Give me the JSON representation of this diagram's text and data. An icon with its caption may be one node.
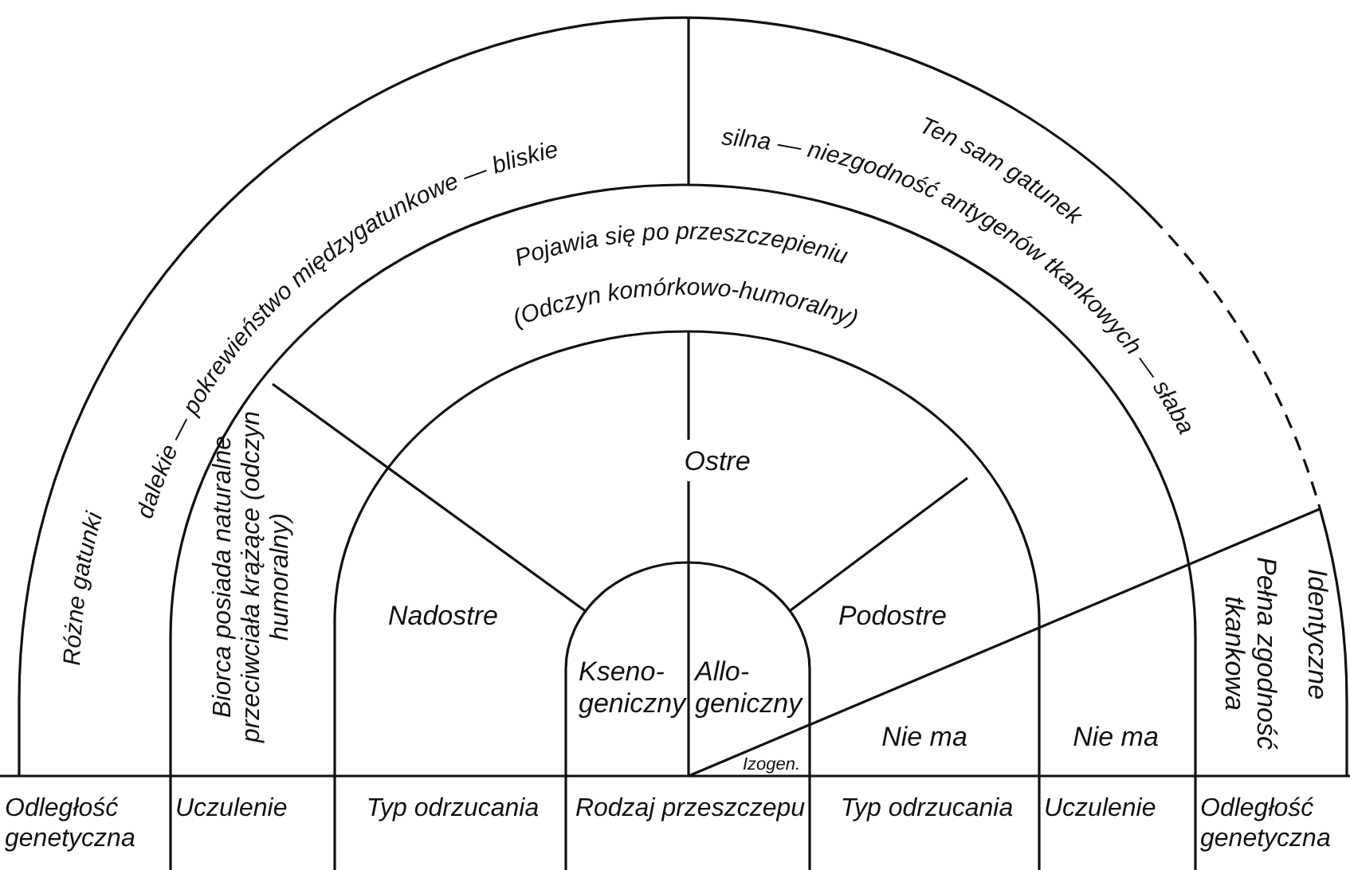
{
  "diagram": {
    "nodes": [
      {
        "text": [
          "Różne gatunki",
          "dalekie — pokrewieństwo międzygatunkowe — bliskie"
        ]
      },
      {
        "text": [
          "Ten sam gatunek",
          "silna — niezgodność antygenów tkankowych — słaba"
        ]
      },
      {
        "text": [
          "Pojawia się po przeszczepieniu (Odczyn komórkowo-humoralny)"
        ]
      },
      {
        "text": [
          "Biorca posiada naturalne przeciwciała krążące (odczyn humoralny)"
        ]
      },
      {
        "text": [
          "Ostre"
        ]
      },
      {
        "text": [
          "Nadostre"
        ]
      },
      {
        "text": [
          "Podostre"
        ]
      },
      {
        "text": [
          "Kseno- geniczny"
        ]
      },
      {
        "text": [
          "Allo- geniczny"
        ]
      },
      {
        "text": [
          "Izogen."
        ]
      },
      {
        "text": [
          "Nie ma"
        ]
      },
      {
        "text": [
          "Nie ma"
        ]
      },
      {
        "text": [
          "Pełna zgodność tkankowa"
        ]
      },
      {
        "text": [
          "Identyczne"
        ]
      }
    ],
    "labels": [
      "Odległość genetyczna",
      "Uczulenie",
      "Typ odrzucania",
      "Rodzaj przeszczepu",
      "Typ odrzucania",
      "Uczulenie",
      "Odległość genetyczna"
    ]
  }
}
